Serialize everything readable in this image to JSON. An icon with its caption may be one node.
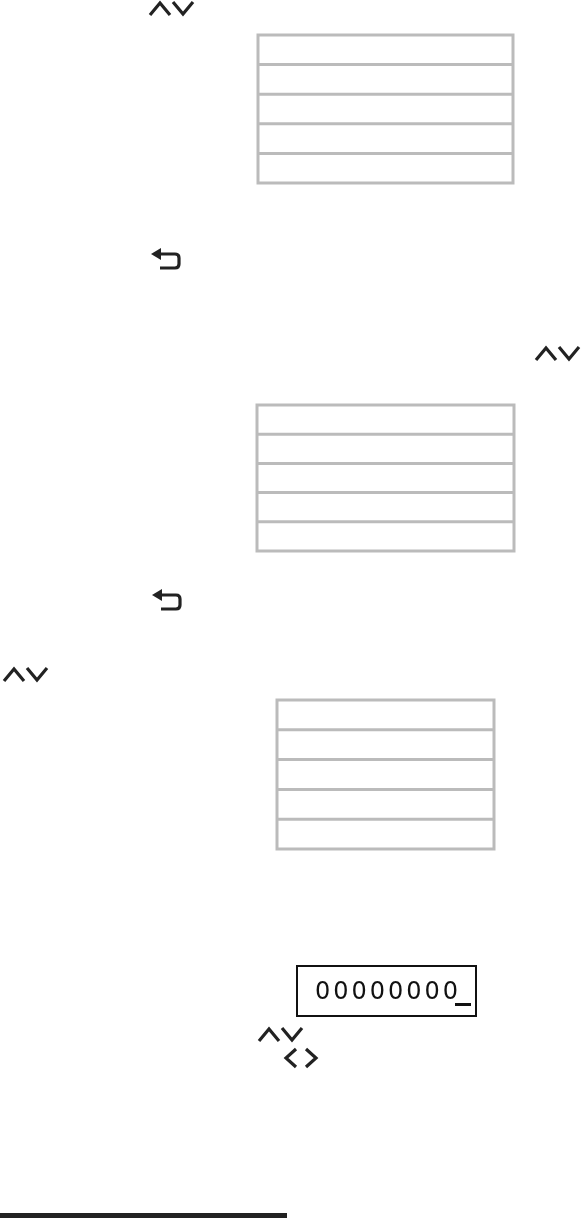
{
  "diagram": {
    "nodes": [
      {
        "text": [],
        "shape": "box"
      },
      {
        "text": [],
        "shape": "box"
      },
      {
        "text": [],
        "shape": "box"
      },
      {
        "text": [
          "00000000"
        ]
      }
    ]
  }
}
